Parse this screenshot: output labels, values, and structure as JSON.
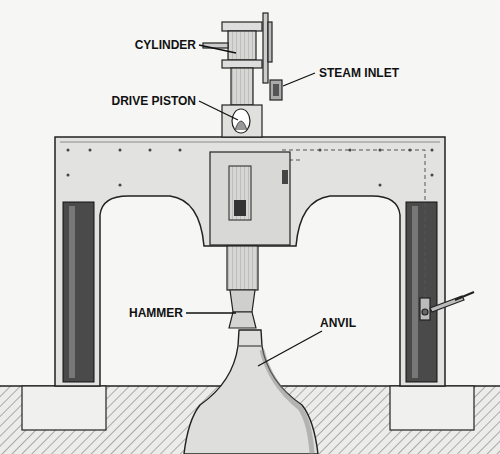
{
  "diagram": {
    "labels": [
      "CYLINDER",
      "STEAM INLET",
      "DRIVE PISTON",
      "HAMMER",
      "ANVIL"
    ]
  }
}
